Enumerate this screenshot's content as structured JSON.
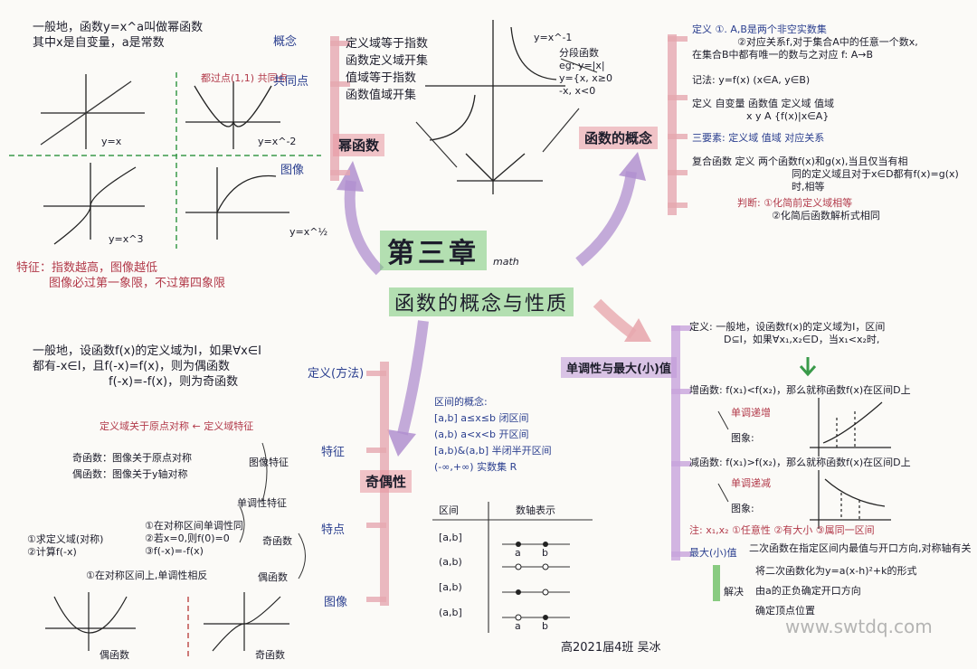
{
  "center": {
    "title": "第三章",
    "tag": "math",
    "subtitle": "函数的概念与性质"
  },
  "power": {
    "header": [
      "一般地，函数y=x^a叫做幂函数",
      "其中x是自变量，a是常数"
    ],
    "note": "都过点(1,1)  共同点",
    "eqs": {
      "g1": "y=x",
      "g2": "y=x^-2",
      "g3": "y=x^3",
      "g4": "y=x^½"
    },
    "feature": [
      "特征：指数越高，图像越低",
      "图像必过第一象限，不过第四象限"
    ],
    "node": "幂函数",
    "side": {
      "concept": "概念",
      "common": "共同点",
      "graph": "图像"
    },
    "props": [
      "定义域等于指数",
      "函数定义域开集",
      "值域等于指数",
      "函数值域开集"
    ]
  },
  "center_graphs": {
    "top": "y=x^-1",
    "piece": [
      "分段函数",
      "eg: y=|x|",
      "y={x, x≥0",
      "  -x, x<0"
    ]
  },
  "concept": {
    "node": "函数的概念",
    "lines": [
      "定义 ①. A,B是两个非空实数集",
      "②对应关系f,对于集合A中的任意一个数x,",
      "在集合B中都有唯一的数与之对应 f: A→B",
      "记法: y=f(x) (x∈A, y∈B)",
      "定义  自变量  函数值  定义域  值域",
      "x  y  A  {f(x)|x∈A}",
      "三要素: 定义域  值域  对应关系",
      "复合函数  定义  两个函数f(x)和g(x),当且仅当有相",
      "同的定义域且对于x∈D都有f(x)=g(x)",
      "时,相等",
      "判断: ①化简前定义域相等",
      "②化简后函数解析式相同"
    ]
  },
  "parity": {
    "node": "奇偶性",
    "lines": [
      "一般地，设函数f(x)的定义域为I，如果∀x∈I",
      "都有-x∈I，且f(-x)=f(x)，则为偶函数",
      "f(-x)=-f(x)，则为奇函数",
      "定义域关于原点对称 ← 定义域特征",
      "奇函数：图像关于原点对称",
      "偶函数：图像关于y轴对称",
      "单调性特征"
    ],
    "side": {
      "def": "定义(方法)",
      "feat": "特征",
      "feat2": "图像特征",
      "points": "特点",
      "graph": "图像"
    },
    "steps": [
      "①求定义域(对称)",
      "②计算f(-x)"
    ],
    "odd": [
      "①在对称区间单调性同",
      "②若x=0,则f(0)=0",
      "③f(-x)=-f(x)"
    ],
    "odd_label": "奇函数",
    "even": "①在对称区间上,单调性相反",
    "even_label": "偶函数",
    "even_graph": "偶函数",
    "odd_graph": "奇函数"
  },
  "interval": {
    "title": "区间的概念:",
    "lines": [
      "[a,b]  a≤x≤b 闭区间",
      "(a,b)  a<x<b 开区间",
      "[a,b)&(a,b] 半闭半开区间",
      "(-∞,+∞) 实数集 R"
    ],
    "table_head": [
      "区间",
      "数轴表示"
    ],
    "rows": [
      "[a,b]",
      "(a,b)",
      "[a,b)",
      "(a,b]"
    ],
    "a": "a",
    "b": "b"
  },
  "mono": {
    "node": "单调性与最大(小)值",
    "def": [
      "定义: 一般地，设函数f(x)的定义域为I，区间",
      "D⊆I，如果∀x₁,x₂∈D，当x₁<x₂时,"
    ],
    "inc": "增函数: f(x₁)<f(x₂)，那么就称函数f(x)在区间D上",
    "inc_tag": "单调递增",
    "dec": "减函数: f(x₁)>f(x₂)，那么就称函数f(x)在区间D上",
    "dec_tag": "单调递减",
    "graph_label": "图象:",
    "note": "注: x₁,x₂ ①任意性  ②有大小  ③属同一区间",
    "max_label": "最大(小)值",
    "max_line": "二次函数在指定区间内最值与开口方向,对称轴有关",
    "solve": "解决",
    "solve_lines": [
      "将二次函数化为y=a(x-h)²+k的形式",
      "由a的正负确定开口方向",
      "确定顶点位置"
    ]
  },
  "footer": {
    "author": "高2021届4班 吴冰",
    "watermark": "www.swtdq.com"
  }
}
